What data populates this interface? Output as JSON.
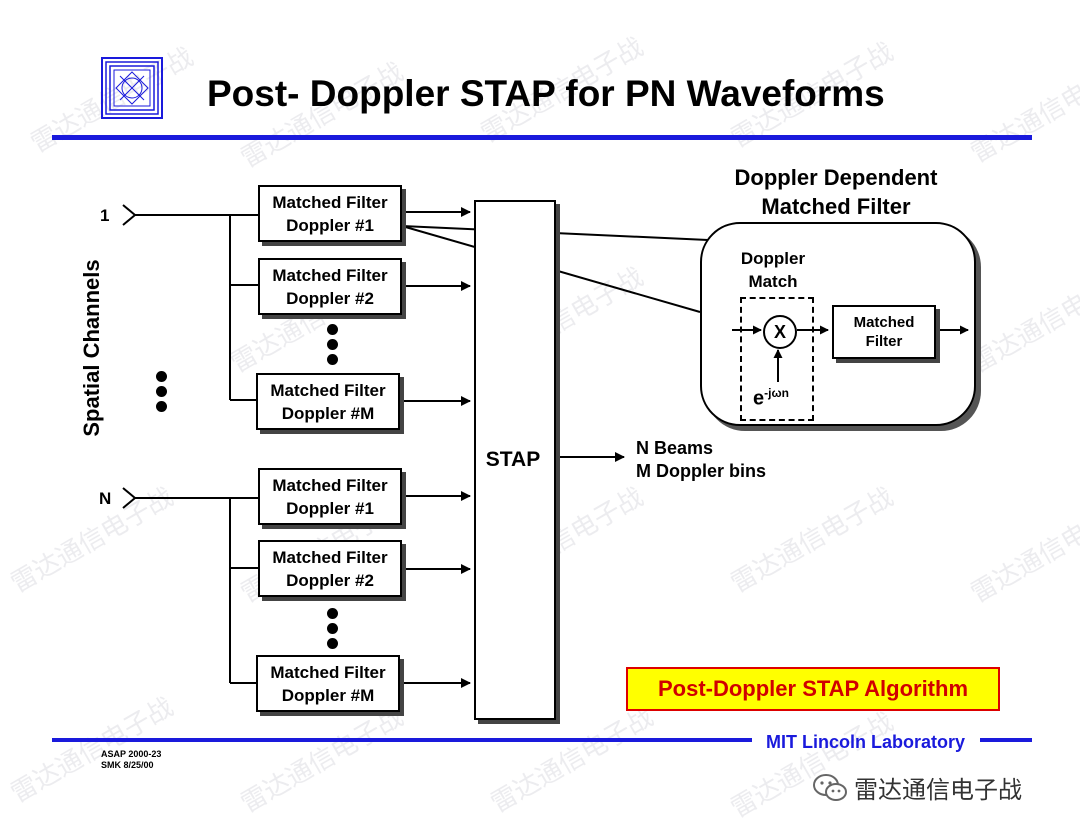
{
  "title": "Post- Doppler STAP for PN Waveforms",
  "spatial_channels_label": "Spatial Channels",
  "channel_first": "1",
  "channel_last": "N",
  "matched_filter_line1": "Matched Filter",
  "doppler_labels": [
    "Doppler #1",
    "Doppler #2",
    "Doppler #M",
    "Doppler #1",
    "Doppler #2",
    "Doppler #M"
  ],
  "stap_label": "STAP",
  "output_line1": "N Beams",
  "output_line2": "M Doppler bins",
  "inset_title_line1": "Doppler Dependent",
  "inset_title_line2": "Matched Filter",
  "doppler_match_line1": "Doppler",
  "doppler_match_line2": "Match",
  "multiplier_symbol": "X",
  "exponent_base": "e",
  "exponent_power": "-jωn",
  "inset_filter_line1": "Matched",
  "inset_filter_line2": "Filter",
  "algorithm_label": "Post-Doppler STAP Algorithm",
  "lab_name": "MIT Lincoln Laboratory",
  "footer_line1": "ASAP 2000-23",
  "footer_line2": "SMK 8/25/00",
  "wechat_name": "雷达通信电子战",
  "watermark_text": "雷达通信电子战",
  "colors": {
    "rule_blue": "#1a1adc",
    "algo_fill": "#ffff00",
    "algo_text": "#d00000"
  }
}
